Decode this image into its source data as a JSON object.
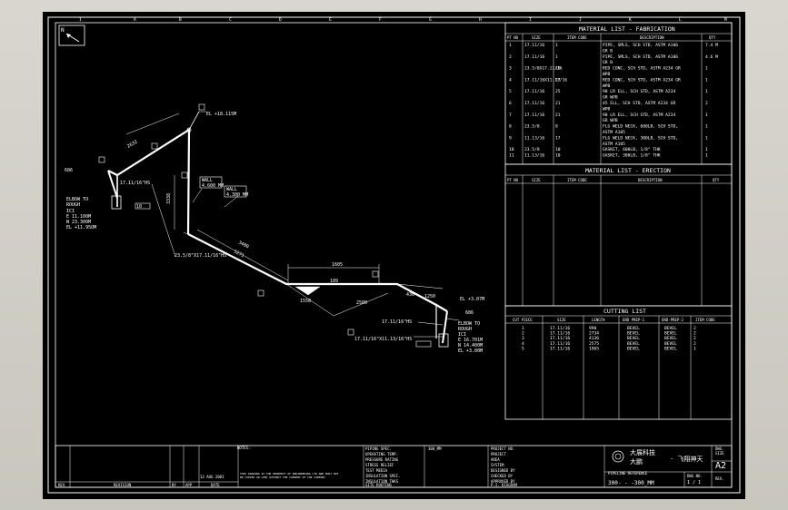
{
  "zones": [
    "1",
    "A",
    "B",
    "C",
    "D",
    "E",
    "F",
    "G",
    "H",
    "I",
    "J",
    "K",
    "L",
    "M"
  ],
  "drawing": {
    "north_label": "N"
  },
  "iso": {
    "elev_top": "EL +18.115M",
    "dim_2632": "2632",
    "pipe_note_a": "17.11/16\"HS",
    "dim_686_left": "686",
    "elbow_label": "ELBOW  TO",
    "rotate_label": "ROUGH",
    "rot_sub": "ICI",
    "elev_a": "E 11.100M",
    "elev_b": "N 23.300M",
    "elev_c": "EL +11.95OM",
    "tag_a": "10",
    "wall_a": "WALL",
    "wall_a2": "4.600 MM",
    "wall_b": "WALL",
    "wall_b2": "4.300 MM",
    "pipe_note_b": "23.5/8\"X17.11/16\"HS",
    "dim_3338": "3338",
    "dim_3400": "3400",
    "dim_5271": "5271",
    "dim_1605": "1605",
    "dim_189": "189",
    "dim_1558": "1558",
    "dim_2500": "2500",
    "dim_436": "436",
    "dim_1250": "1250",
    "elev_right": "EL +3.07M",
    "dim_686_right": "686",
    "pipe_note_c": "17.11/16\"HS",
    "pipe_note_d": "17.11/16\"X11.13/16\"HS",
    "elbow_label_r": "ELBOW  TO",
    "rotate_label_r": "ROUGH",
    "rot_sub_r": "ICI",
    "elev_r_a": "E 16.701M",
    "elev_r_b": "N 14.400M",
    "elev_r_c": "EL +3.00M"
  },
  "fabrication": {
    "title": "MATERIAL  LIST  -  FABRICATION",
    "headers": [
      "PT NO",
      "SIZE",
      "ITEM CODE",
      "DESCRIPTION",
      "QTY"
    ],
    "rows": [
      [
        "1",
        "17.11/16",
        "1",
        "PIPE, SMLS, SCH STD, ASTM A106",
        "7.4 M"
      ],
      [
        "",
        "",
        "",
        "GR B",
        ""
      ],
      [
        "2",
        "17.11/16",
        "1",
        "PIPE, SMLS, SCH STD, ASTM A106",
        "4.6 M"
      ],
      [
        "",
        "",
        "",
        "GR B",
        ""
      ],
      [
        "3",
        "23.5/8X17.11/16",
        "10",
        "RED CONC, SCH STD, ASTM A234 GR",
        "1"
      ],
      [
        "",
        "",
        "",
        "WPB",
        ""
      ],
      [
        "4",
        "17.11/16X11.13/16",
        "17",
        "RED CONC, SCH STD, ASTM A234 GR",
        "1"
      ],
      [
        "",
        "",
        "",
        "WPB",
        ""
      ],
      [
        "5",
        "17.11/16",
        "25",
        "90 LR ELL, SCH STD, ASTM A234",
        "1"
      ],
      [
        "",
        "",
        "",
        "GR WPB",
        ""
      ],
      [
        "6",
        "17.11/16",
        "21",
        "45 ELL, SCH STD, ASTM A234 GR",
        "2"
      ],
      [
        "",
        "",
        "",
        "WPB",
        ""
      ],
      [
        "7",
        "17.11/16",
        "21",
        "90 LR ELL, SCH STD, ASTM A234",
        "1"
      ],
      [
        "",
        "",
        "",
        "GR WPB",
        ""
      ],
      [
        "8",
        "23.5/8",
        "8",
        "FLG WELD NECK, 600LB, SCH STD,",
        "1"
      ],
      [
        "",
        "",
        "",
        "ASTM A105",
        ""
      ],
      [
        "9",
        "11.13/16",
        "17",
        "FLG WELD NECK, 300LB, SCH STD,",
        "1"
      ],
      [
        "",
        "",
        "",
        "ASTM A105",
        ""
      ],
      [
        "10",
        "23.5/8",
        "10",
        "GASKET, 600LB, 1/8\" THK",
        "1"
      ],
      [
        "11",
        "11.13/16",
        "10",
        "GASKET, 300LB, 1/8\" THK",
        "1"
      ]
    ]
  },
  "erection": {
    "title": "MATERIAL  LIST  -  ERECTION",
    "headers": [
      "PT NO",
      "SIZE",
      "ITEM CODE",
      "DESCRIPTION",
      "QTY"
    ]
  },
  "cutting": {
    "title": "CUTTING  LIST",
    "headers": [
      "CUT PIECE",
      "SIZE",
      "LENGTH",
      "END PREP-1",
      "END-PREP-2",
      "ITEM CODE"
    ],
    "rows": [
      [
        "1",
        "17.11/16",
        "990",
        "BEVEL",
        "BEVEL",
        "2"
      ],
      [
        "2",
        "17.11/16",
        "2734",
        "BEVEL",
        "BEVEL",
        "2"
      ],
      [
        "3",
        "17.11/16",
        "4136",
        "BEVEL",
        "BEVEL",
        "2"
      ],
      [
        "4",
        "17.11/16",
        "2575",
        "BEVEL",
        "BEVEL",
        "2"
      ],
      [
        "5",
        "17.11/16",
        "1965",
        "BEVEL",
        "BEVEL",
        "1"
      ]
    ]
  },
  "titleblock": {
    "rev_head": "REV",
    "revision_head": "REVISION",
    "by_head": "BY",
    "app_head": "APP",
    "date_head": "DATE",
    "date_value": "13 AUG 2001",
    "notes_head": "NOTES:",
    "disclaimer_1": "THIS DRAWING IS THE PROPERTY OF ENGINEERING LTD AND MUST NOT",
    "disclaimer_2": "BE COPIED OR LENT WITHOUT THE CONSENT OF THE COMPANY",
    "spec": [
      "PIPING SPEC.",
      "OPERATING TEMP.",
      "PRESSURE RATING",
      "STRESS RELIEF",
      "TEST MEDIA",
      "INSULATION SPEC.",
      "INSULATION THKS",
      "SITE ROUTING"
    ],
    "spec_value": "300_MM",
    "proj": [
      "PROJECT NO.",
      "PROJECT",
      "AREA",
      "SYSTEM",
      "DESIGNED BY",
      "CHECKED BY",
      "APPROVED BY",
      "P.I. DIAGRAM"
    ],
    "company_a": "大展科技",
    "company_b": "大鹏",
    "company_c": "· 飞翔神天",
    "pipeline_ref_head": "PIPELINE REFERENCE",
    "pipeline_ref": "300- - -300_MM",
    "dwg_no_head": "DWG NO.",
    "sheet": "1 / 1",
    "dwg_head": "DWG.",
    "size_head": "SIZE",
    "size_value": "A2",
    "rev_head_right": "REV."
  }
}
